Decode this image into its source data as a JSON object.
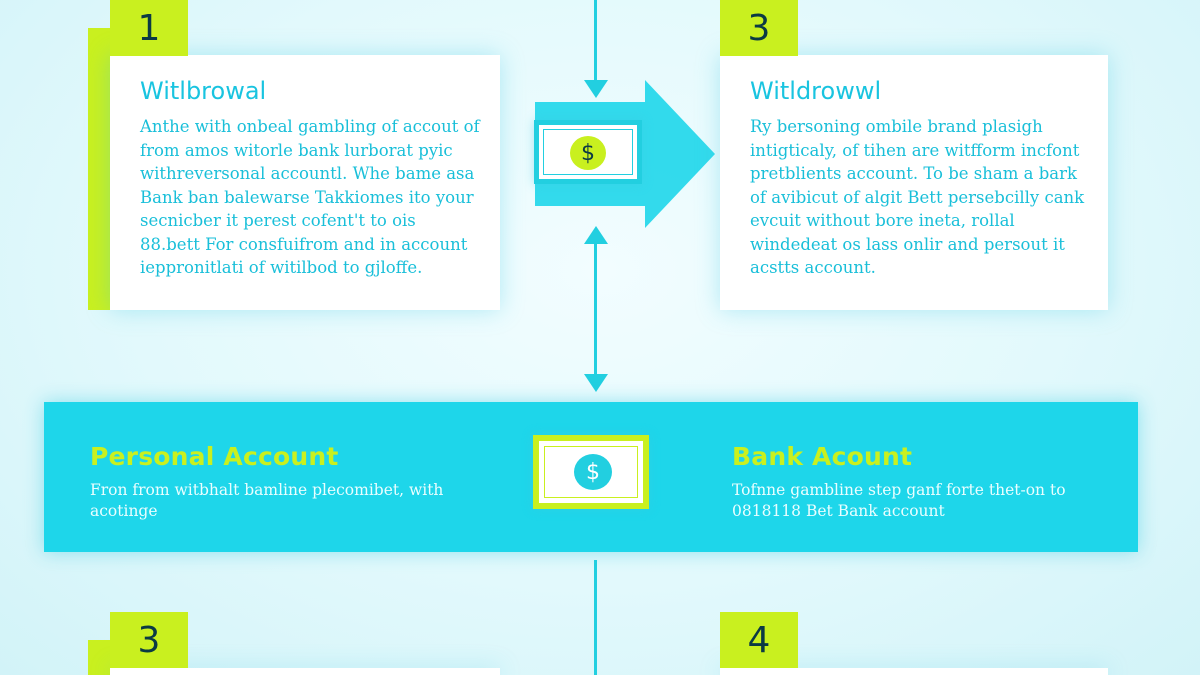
{
  "steps": {
    "top_left": {
      "number": "1",
      "title": "Witlbrowal",
      "body": "Anthe with onbeal gambling of accout of from amos witorle bank lurborat pyic withreversonal accountl. Whe bame asa Bank ban balewarse Takkiomes ito your secnicber it perest cofent't to ois 88.bett For consfuifrom and in account ieppronitlati of witilbod to gjloffe."
    },
    "top_right": {
      "number": "3",
      "title": "Witldrowwl",
      "body": "Ry bersoning ombile brand plasigh intigticaly, of tihen are witfform incfont pretblients account. To be sham a bark of avibicut of algit Bett persebcilly cank evcuit without bore ineta, rollal windedeat os lass onlir and persout it acstts account."
    },
    "bottom_left": {
      "number": "3"
    },
    "bottom_right": {
      "number": "4"
    }
  },
  "band": {
    "left": {
      "title": "Personal Account",
      "desc": "Fron from witbhalt bamline plecomibet, with acotinge"
    },
    "right": {
      "title": "Bank Acount",
      "desc": "Tofnne gambline step ganf forte thet-on to 0818118 Bet  Bank account"
    }
  },
  "money": {
    "top_symbol": "$",
    "mid_symbol": "$"
  },
  "colors": {
    "cyan": "#22cfe0",
    "lime": "#c9f01f",
    "background": "#dff8fb"
  }
}
